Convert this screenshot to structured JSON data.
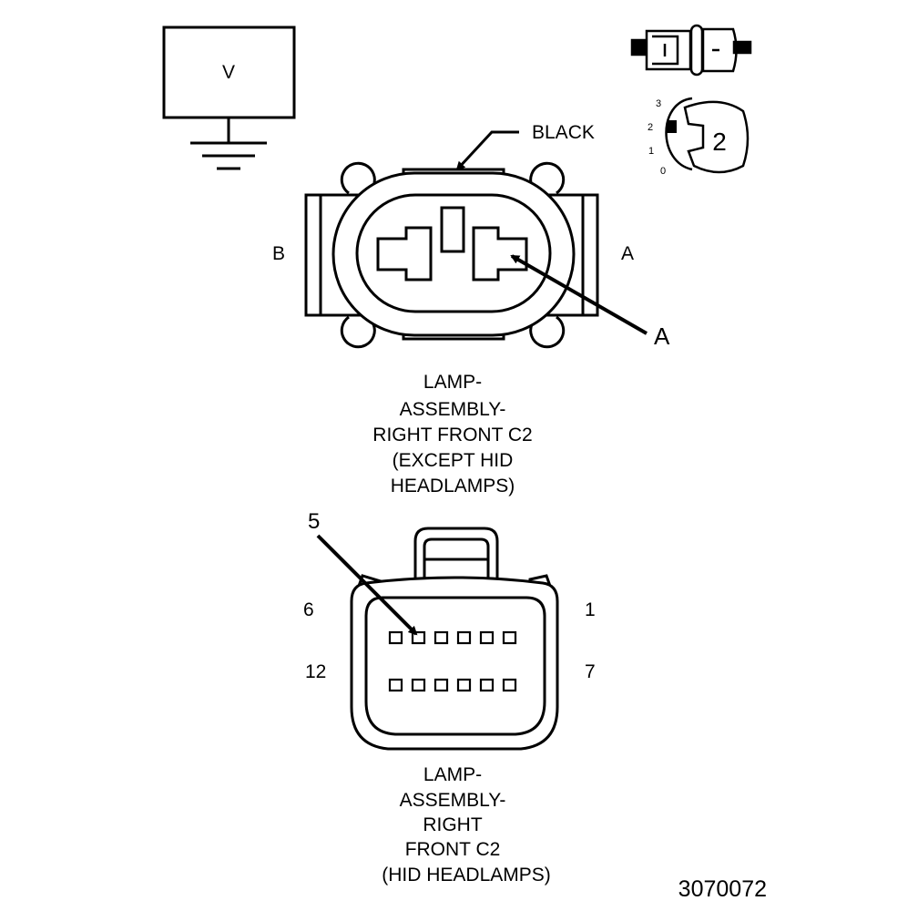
{
  "meter": {
    "symbol": "V"
  },
  "connector_a": {
    "color_label": "BLACK",
    "side_left": "B",
    "side_right": "A",
    "callout": "A",
    "caption": [
      "LAMP-",
      "ASSEMBLY-",
      "RIGHT FRONT C2",
      "(EXCEPT HID",
      "HEADLAMPS)"
    ]
  },
  "dial": {
    "ticks": [
      "3",
      "2",
      "1",
      "0"
    ],
    "value": "2"
  },
  "connector_b": {
    "callout": "5",
    "pin_top_left": "6",
    "pin_top_right": "1",
    "pin_bottom_left": "12",
    "pin_bottom_right": "7",
    "caption": [
      "LAMP-",
      "ASSEMBLY-",
      "RIGHT",
      "FRONT C2",
      "(HID HEADLAMPS)"
    ]
  },
  "figure_id": "3070072"
}
